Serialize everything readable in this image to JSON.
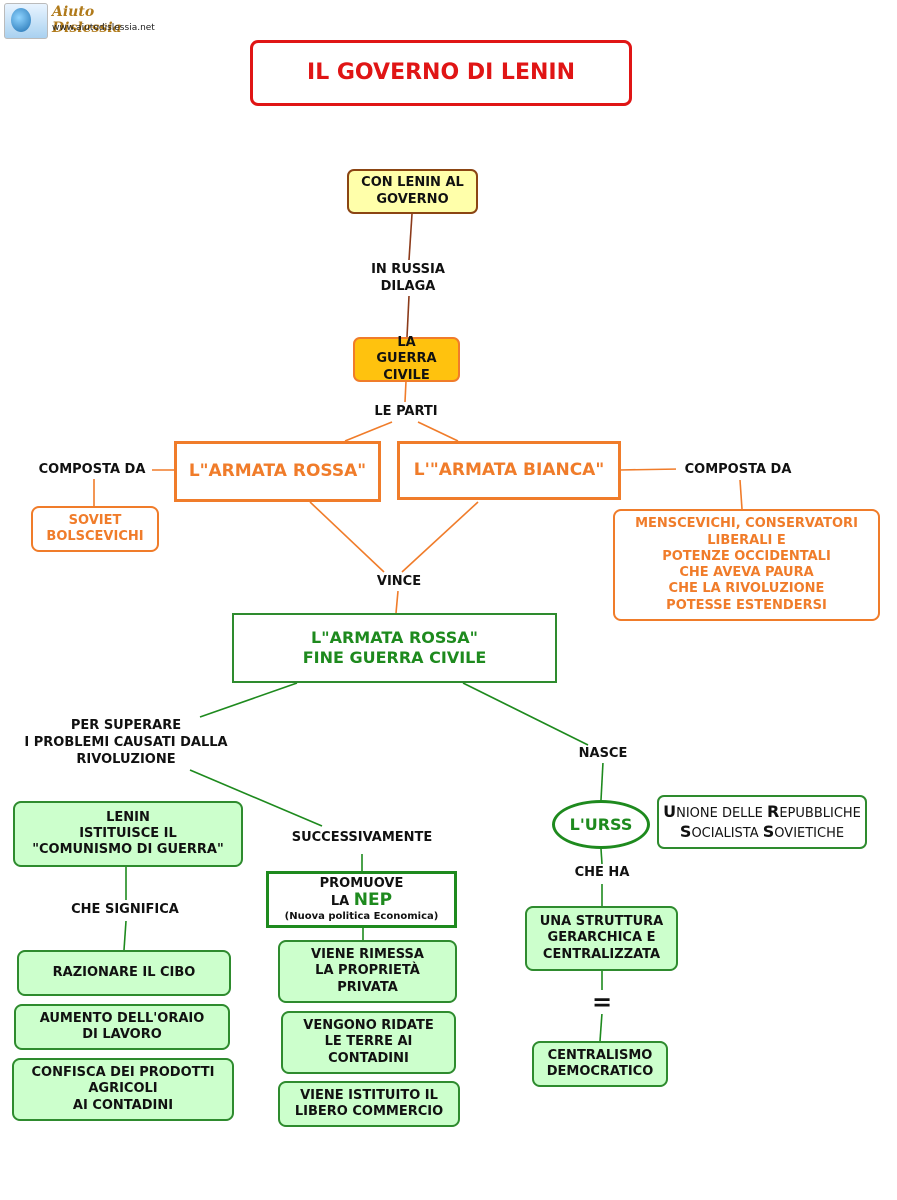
{
  "header": {
    "logo_title": "Aiuto Dislessia",
    "logo_url": "www.aiutodislessia.net"
  },
  "title": "IL GOVERNO DI LENIN",
  "nodes": {
    "lenin_governo": "CON LENIN AL GOVERNO",
    "guerra_civile": "LA GUERRA CIVILE",
    "armata_rossa": "L\"ARMATA ROSSA\"",
    "armata_bianca": "L'\"ARMATA BIANCA\"",
    "soviet": [
      "SOVIET",
      "BOLSCEVICHI"
    ],
    "menscevichi": [
      "MENSCEVICHI, CONSERVATORI",
      "LIBERALI E",
      "POTENZE OCCIDENTALI",
      "CHE AVEVA PAURA",
      "CHE LA RIVOLUZIONE",
      "POTESSE ESTENDERSI"
    ],
    "fine_guerra": [
      "L\"ARMATA ROSSA\"",
      "FINE GUERRA CIVILE"
    ],
    "comunismo": [
      "LENIN",
      "ISTITUISCE IL",
      "\"COMUNISMO DI GUERRA\""
    ],
    "razionare": "RAZIONARE IL CIBO",
    "aumento": [
      "AUMENTO DELL'ORAIO",
      "DI LAVORO"
    ],
    "confisca": [
      "CONFISCA DEI PRODOTTI",
      "AGRICOLI",
      "AI CONTADINI"
    ],
    "nep": {
      "line1": "PROMUOVE",
      "line2_prefix": "LA",
      "line2_big": "NEP",
      "line3": "(Nuova politica Economica)"
    },
    "proprieta": [
      "VIENE RIMESSA",
      "LA PROPRIETÀ",
      "PRIVATA"
    ],
    "terre": [
      "VENGONO RIDATE",
      "LE TERRE AI",
      "CONTADINI"
    ],
    "commercio": [
      "VIENE ISTITUITO IL",
      "LIBERO COMMERCIO"
    ],
    "urss": "L'URSS",
    "urss_def": {
      "line1": [
        {
          "cap": "U",
          "rest": "NIONE DELLE "
        },
        {
          "cap": "R",
          "rest": "EPUBBLICHE"
        }
      ],
      "line2": [
        {
          "cap": "S",
          "rest": "OCIALISTA "
        },
        {
          "cap": "S",
          "rest": "OVIETICHE"
        }
      ]
    },
    "struttura": [
      "UNA STRUTTURA",
      "GERARCHICA E",
      "CENTRALIZZATA"
    ],
    "equals": "=",
    "centralismo": [
      "CENTRALISMO",
      "DEMOCRATICO"
    ]
  },
  "links": {
    "in_russia": [
      "IN RUSSIA",
      "DILAGA"
    ],
    "le_parti": "LE PARTI",
    "composta_left": "COMPOSTA DA",
    "composta_right": "COMPOSTA DA",
    "vince": "VINCE",
    "per_superare": [
      "PER SUPERARE",
      "I PROBLEMI CAUSATI DALLA",
      "RIVOLUZIONE"
    ],
    "nasce": "NASCE",
    "successivamente": "SUCCESSIVAMENTE",
    "che_significa": "CHE SIGNIFICA",
    "che_ha": "CHE HA"
  },
  "colors": {
    "title_red": "#e01515",
    "orange": "#f07c2a",
    "green_text": "#1e8a1e",
    "green_border": "#2e8b2e",
    "green_fill": "#ccffcc",
    "yellow_fill": "#ffffaa",
    "gold_fill": "#ffc20e",
    "brown_line": "#8b3a1a"
  }
}
